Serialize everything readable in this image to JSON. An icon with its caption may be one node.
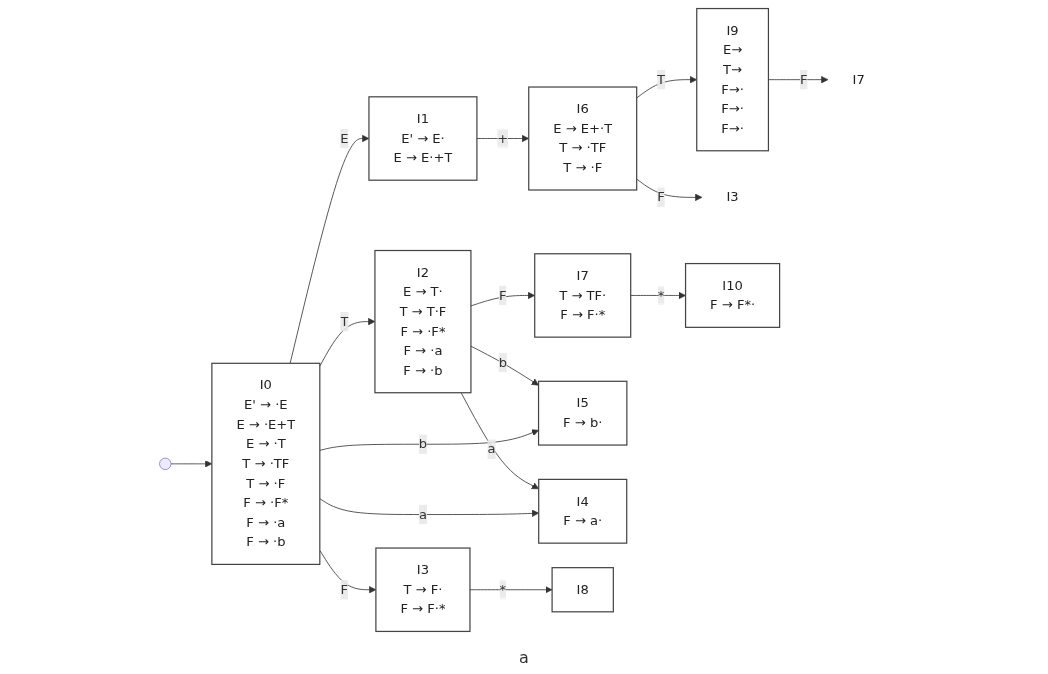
{
  "diagram": {
    "nodes": [
      {
        "text": [
          "I0",
          "E' → ·E",
          "E → ·E+T",
          "E → ·T",
          "T → ·TF",
          "T → ·F",
          "F → ·F*",
          "F → ·a",
          "F → ·b"
        ]
      },
      {
        "text": [
          "I1",
          "E' → E·",
          "E → E·+T"
        ]
      },
      {
        "text": [
          "I6",
          "E → E+·T",
          "T → ·TF",
          "T → ·F"
        ]
      },
      {
        "text": [
          "I9",
          "E→",
          "T→",
          "F→·",
          "F→·",
          "F→·"
        ]
      },
      {
        "text": [
          "I2",
          "E → T·",
          "T → T·F",
          "F → ·F*",
          "F → ·a",
          "F → ·b"
        ]
      },
      {
        "text": [
          "I7",
          "T → TF·",
          "F → F·*"
        ]
      },
      {
        "text": [
          "I3"
        ]
      },
      {
        "text": [
          "I7"
        ]
      },
      {
        "text": [
          "I3",
          "T → F·",
          "F → F·*"
        ]
      },
      {
        "text": [
          "I10",
          "F → F*·"
        ]
      },
      {
        "text": [
          "I5",
          "F → b·"
        ]
      },
      {
        "text": [
          "I4",
          "F → a·"
        ]
      },
      {
        "text": [
          "I8"
        ]
      }
    ],
    "edges": [
      {
        "from": null,
        "to": 0,
        "arrow": "to"
      },
      {
        "from": 0,
        "to": 1,
        "label": "E",
        "arrow": "to"
      },
      {
        "from": 0,
        "to": 4,
        "label": "T",
        "arrow": "to"
      },
      {
        "from": 0,
        "to": 8,
        "label": "F",
        "arrow": "to"
      },
      {
        "from": 0,
        "to": 10,
        "label": "b",
        "arrow": "to"
      },
      {
        "from": 0,
        "to": 11,
        "label": "a",
        "arrow": "to"
      },
      {
        "from": 1,
        "to": 2,
        "label": "+",
        "arrow": "to"
      },
      {
        "from": 2,
        "to": 3,
        "label": "T",
        "arrow": "to"
      },
      {
        "from": 2,
        "to": 6,
        "label": "F",
        "arrow": "to"
      },
      {
        "from": 4,
        "to": 5,
        "label": "F",
        "arrow": "to"
      },
      {
        "from": 4,
        "to": 11,
        "label": "a",
        "arrow": "to"
      },
      {
        "from": 4,
        "to": 10,
        "label": "b",
        "arrow": "to"
      },
      {
        "from": 3,
        "to": 7,
        "label": "F",
        "arrow": "to"
      },
      {
        "from": 5,
        "to": 9,
        "label": "*",
        "arrow": "to"
      },
      {
        "from": 8,
        "to": 12,
        "label": "*",
        "arrow": "to"
      }
    ],
    "labels": [
      "a"
    ]
  }
}
